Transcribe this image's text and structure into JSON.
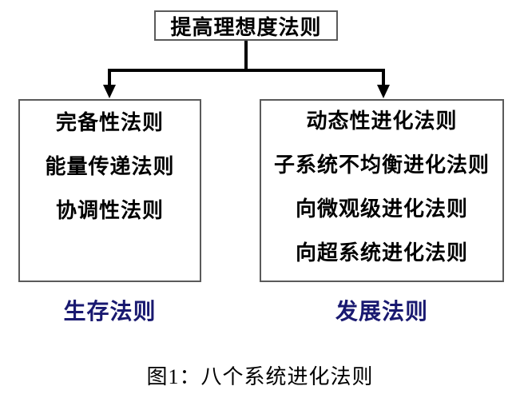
{
  "diagram": {
    "root": {
      "label": "提高理想度法则"
    },
    "left_group": {
      "items": [
        "完备性法则",
        "能量传递法则",
        "协调性法则"
      ],
      "label": "生存法则"
    },
    "right_group": {
      "items": [
        "动态性进化法则",
        "子系统不均衡进化法则",
        "向微观级进化法则",
        "向超系统进化法则"
      ],
      "label": "发展法则"
    },
    "caption": "图1：八个系统进化法则",
    "colors": {
      "group_label_navy": "#191970",
      "connector_black": "#000000",
      "box_border_gray": "#5a5a5a",
      "background": "#ffffff"
    }
  }
}
